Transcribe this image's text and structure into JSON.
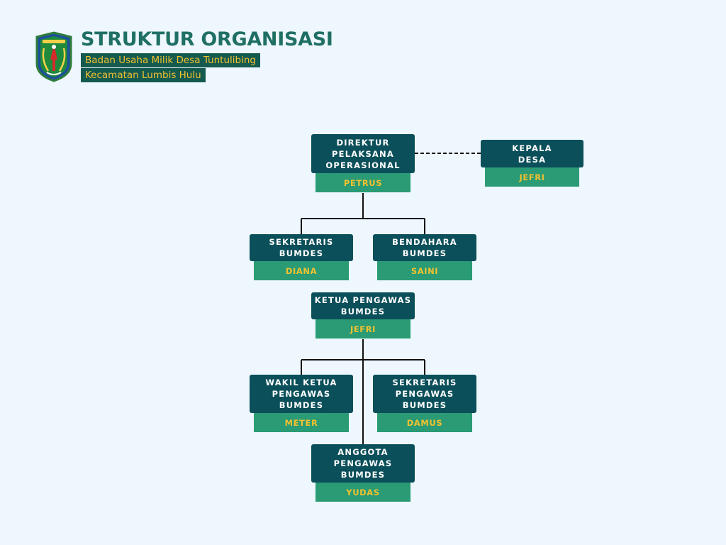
{
  "header": {
    "title": "STRUKTUR ORGANISASI",
    "subtitle_1": "Badan Usaha Milik Desa Tuntulibing",
    "subtitle_2": "Kecamatan Lumbis Hulu"
  },
  "logo": {
    "icon": "regional-emblem-icon"
  },
  "colors": {
    "background": "#eef7fd",
    "title": "#1f6f64",
    "role_box": "#0b4f5a",
    "name_box": "#2a9b74",
    "name_text": "#f2c230"
  },
  "positions": {
    "direktur": {
      "role": "DIREKTUR\nPELAKSANA\nOPERASIONAL",
      "name": "PETRUS"
    },
    "kepala_desa": {
      "role": "KEPALA\nDESA",
      "name": "JEFRI"
    },
    "sekretaris": {
      "role": "SEKRETARIS\nBUMDES",
      "name": "DIANA"
    },
    "bendahara": {
      "role": "BENDAHARA\nBUMDES",
      "name": "SAINI"
    },
    "ketua_pengawas": {
      "role": "KETUA PENGAWAS\nBUMDES",
      "name": "JEFRI"
    },
    "wakil_ketua_pengawas": {
      "role": "WAKIL KETUA\nPENGAWAS\nBUMDES",
      "name": "METER"
    },
    "sekretaris_pengawas": {
      "role": "SEKRETARIS\nPENGAWAS\nBUMDES",
      "name": "DAMUS"
    },
    "anggota_pengawas": {
      "role": "ANGGOTA\nPENGAWAS\nBUMDES",
      "name": "YUDAS"
    }
  }
}
